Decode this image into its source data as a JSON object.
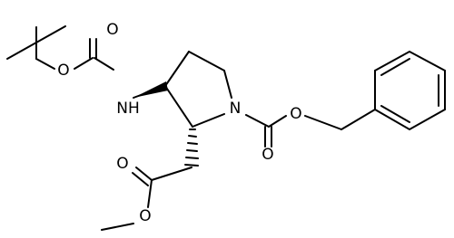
{
  "labels": {
    "o_boc_carbonyl": "O",
    "o_boc_ether": "O",
    "nh": "NH",
    "n_ring": "N",
    "o_cbz_ether": "O",
    "o_cbz_carbonyl": "O",
    "o_ester_carbonyl": "O",
    "o_ester_ether": "O"
  },
  "colors": {
    "bond": "#000000",
    "text": "#000000",
    "background": "#ffffff"
  }
}
